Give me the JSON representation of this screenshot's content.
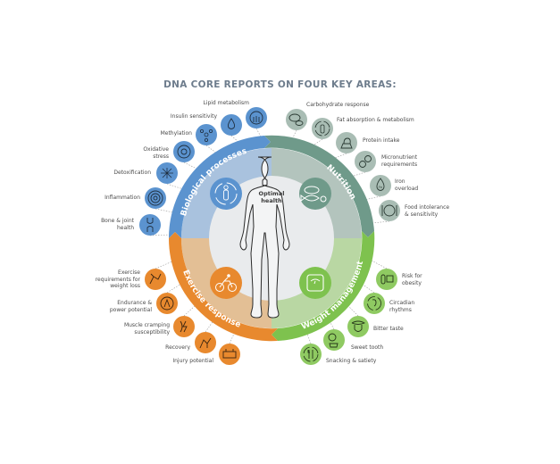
{
  "title": "DNA CORE REPORTS ON FOUR KEY AREAS:",
  "center": {
    "label_line1": "Optimal",
    "label_line2": "health"
  },
  "colors": {
    "biological": "#5b93cf",
    "biological_light": "#a9c2de",
    "nutrition": "#6f9a8a",
    "nutrition_light": "#b3c4bd",
    "weight": "#7ec24e",
    "weight_light": "#b9d7a3",
    "exercise": "#e8892e",
    "exercise_light": "#e3bf95",
    "inner_disc": "#e9ebed",
    "label_text": "#4a4a4a",
    "title_text": "#6d7c8c"
  },
  "areas": [
    {
      "name": "Biological processes",
      "icon": "body-cycle-icon",
      "items": [
        {
          "label": "Lipid metabolism",
          "icon": "lipid-icon"
        },
        {
          "label": "Insulin sensitivity",
          "icon": "droplet-icon"
        },
        {
          "label": "Methylation",
          "icon": "molecule-icon"
        },
        {
          "label_line1": "Oxidative",
          "label_line2": "stress",
          "icon": "oxidative-icon"
        },
        {
          "label": "Detoxification",
          "icon": "detox-icon"
        },
        {
          "label": "Inflammation",
          "icon": "target-rings-icon"
        },
        {
          "label_line1": "Bone & joint",
          "label_line2": "health",
          "icon": "joint-icon"
        }
      ]
    },
    {
      "name": "Nutrition",
      "icon": "food-icon",
      "items": [
        {
          "label": "Carbohydrate response",
          "icon": "bread-icon"
        },
        {
          "label": "Fat absorption & metabolism",
          "icon": "body-cycle-icon"
        },
        {
          "label": "Protein intake",
          "icon": "protein-icon"
        },
        {
          "label_line1": "Micronutrient",
          "label_line2": "requirements",
          "icon": "fruit-icon"
        },
        {
          "label_line1": "Iron",
          "label_line2": "overload",
          "icon": "iron-drop-icon"
        },
        {
          "label_line1": "Food intolerance",
          "label_line2": "& sensitivity",
          "icon": "plate-icon"
        }
      ]
    },
    {
      "name": "Weight management",
      "icon": "scale-icon",
      "items": [
        {
          "label_line1": "Risk for",
          "label_line2": "obesity",
          "icon": "obesity-icon"
        },
        {
          "label_line1": "Circadian",
          "label_line2": "rhythms",
          "icon": "circadian-icon"
        },
        {
          "label": "Bitter taste",
          "icon": "tongue-icon"
        },
        {
          "label": "Sweet tooth",
          "icon": "sweets-icon"
        },
        {
          "label": "Snacking & satiety",
          "icon": "cutlery-icon"
        }
      ]
    },
    {
      "name": "Exercise response",
      "icon": "cyclist-icon",
      "items": [
        {
          "label_line1": "Exercise",
          "label_line2": "requirements for",
          "label_line3": "weight loss",
          "icon": "exercise-icon"
        },
        {
          "label_line1": "Endurance &",
          "label_line2": "power potential",
          "icon": "endurance-icon"
        },
        {
          "label_line1": "Muscle cramping",
          "label_line2": "susceptibility",
          "icon": "muscle-icon"
        },
        {
          "label": "Recovery",
          "icon": "recovery-icon"
        },
        {
          "label": "Injury potential",
          "icon": "injury-icon"
        }
      ]
    }
  ]
}
